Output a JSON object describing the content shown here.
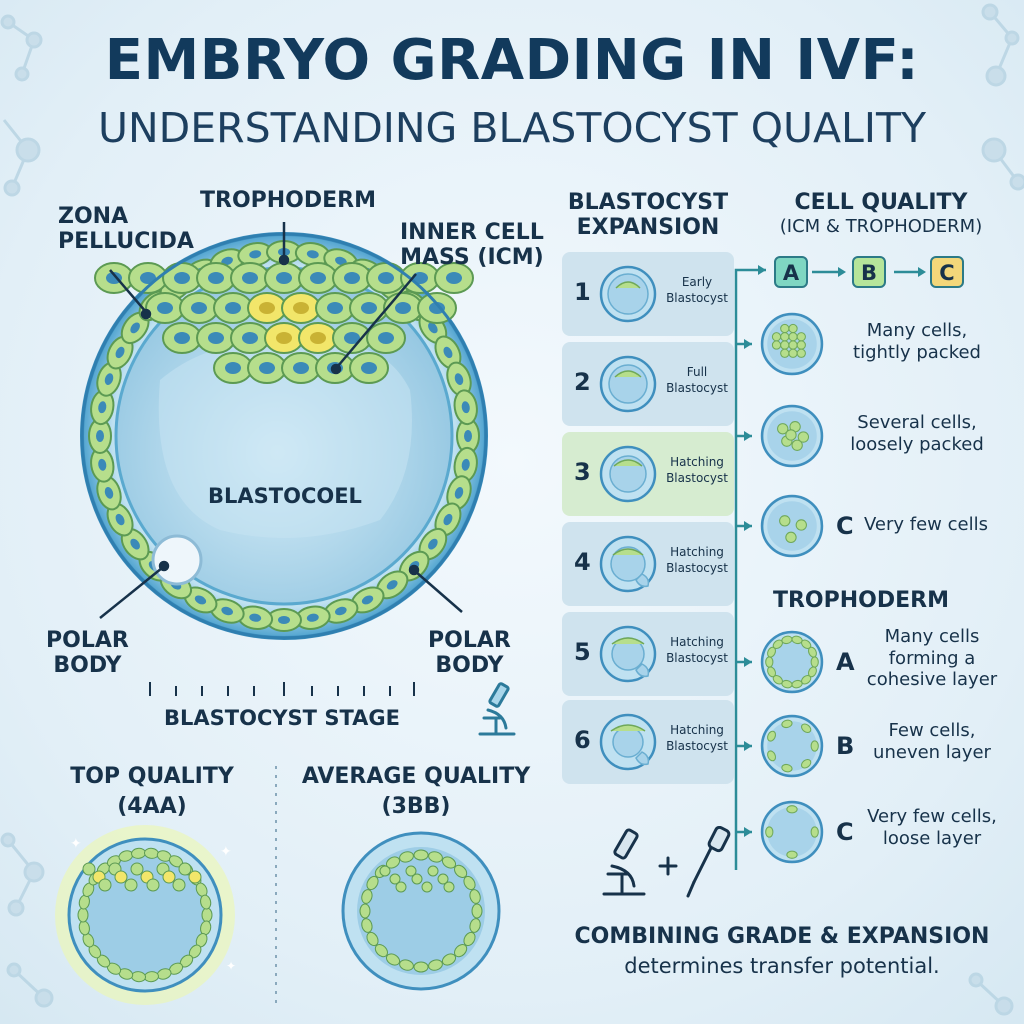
{
  "title": {
    "line1": "EMBRYO GRADING IN IVF:",
    "line2": "UNDERSTANDING BLASTOCYST QUALITY"
  },
  "diagram_labels": {
    "zona_l1": "ZONA",
    "zona_l2": "PELLUCIDA",
    "trophoderm": "TROPHODERM",
    "icm_l1": "INNER CELL",
    "icm_l2": "MASS (ICM)",
    "blastocoel": "BLASTOCOEL",
    "polar_left_l1": "POLAR",
    "polar_left_l2": "BODY",
    "polar_right_l1": "POLAR",
    "polar_right_l2": "BODY",
    "stage": "BLASTOCYST STAGE"
  },
  "quality_examples": {
    "top_l1": "TOP QUALITY",
    "top_l2": "(4AA)",
    "avg_l1": "AVERAGE QUALITY",
    "avg_l2": "(3BB)"
  },
  "expansion": {
    "header_l1": "BLASTOCYST",
    "header_l2": "EXPANSION",
    "rows": [
      {
        "num": "1",
        "l1": "Early",
        "l2": "Blastocyst"
      },
      {
        "num": "2",
        "l1": "Full",
        "l2": "Blastocyst"
      },
      {
        "num": "3",
        "l1": "Hatching",
        "l2": "Blastocyst"
      },
      {
        "num": "4",
        "l1": "Hatching",
        "l2": "Blastocyst"
      },
      {
        "num": "5",
        "l1": "Hatching",
        "l2": "Blastocyst"
      },
      {
        "num": "6",
        "l1": "Hatching",
        "l2": "Blastocyst"
      }
    ]
  },
  "cell_quality": {
    "header_l1": "CELL QUALITY",
    "header_l2": "(ICM & TROPHODERM)",
    "grades": [
      "A",
      "B",
      "C"
    ],
    "icm": [
      {
        "letter": "",
        "l1": "Many cells,",
        "l2": "tightly packed"
      },
      {
        "letter": "",
        "l1": "Several cells,",
        "l2": "loosely packed"
      },
      {
        "letter": "C",
        "l1": "Very few cells",
        "l2": ""
      }
    ]
  },
  "trophoderm": {
    "header": "TROPHODERM",
    "grades": [
      {
        "letter": "A",
        "l1": "Many cells",
        "l2": "forming a",
        "l3": "cohesive layer"
      },
      {
        "letter": "B",
        "l1": "Few cells,",
        "l2": "uneven layer",
        "l3": ""
      },
      {
        "letter": "C",
        "l1": "Very few cells,",
        "l2": "loose layer",
        "l3": ""
      }
    ]
  },
  "footer": {
    "line1": "COMBINING GRADE & EXPANSION",
    "line2": "determines transfer potential."
  },
  "colors": {
    "grade_a": "#7fd6c2",
    "grade_b": "#b6e59a",
    "grade_c": "#f3d77a",
    "cell": "#b6de8c",
    "icm": "#f2e66a",
    "connector": "#2c8c98"
  }
}
